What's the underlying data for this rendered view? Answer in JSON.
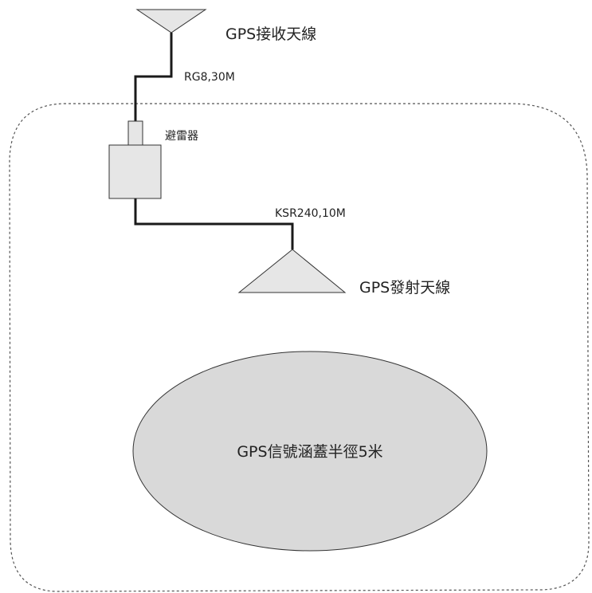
{
  "labels": {
    "receive_antenna": "GPS接收天線",
    "cable_rg8": "RG8,30M",
    "lightning_arrester": "避雷器",
    "cable_ksr240": "KSR240,10M",
    "transmit_antenna": "GPS發射天線",
    "coverage": "GPS信號涵蓋半徑5米"
  },
  "colors": {
    "line": "#1a1a1a",
    "shape_fill": "#e6e6e6",
    "coverage_fill": "#d9d9d9",
    "boundary": "#555555",
    "text": "#222222"
  }
}
